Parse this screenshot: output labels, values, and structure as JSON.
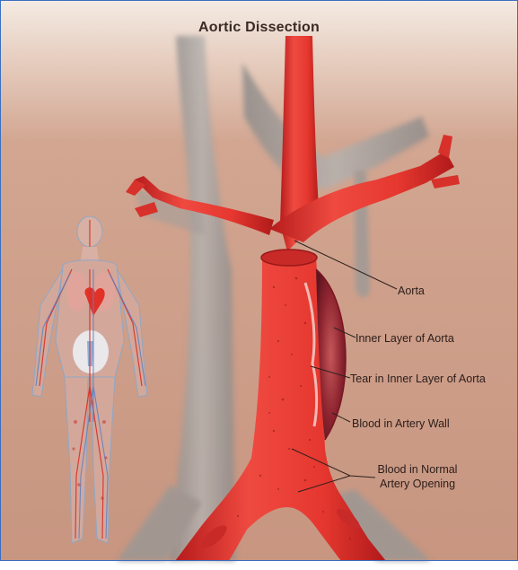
{
  "title": "Aortic Dissection",
  "labels": {
    "aorta": "Aorta",
    "inner_layer": "Inner Layer of Aorta",
    "tear": "Tear in Inner Layer of Aorta",
    "blood_wall": "Blood in Artery Wall",
    "blood_normal_line1": "Blood in Normal",
    "blood_normal_line2": "Artery Opening"
  },
  "colors": {
    "background_skin": "#c99a85",
    "artery_red": "#e0342e",
    "vein_gray": "#a8a4a2",
    "border": "#3a6fc0"
  }
}
